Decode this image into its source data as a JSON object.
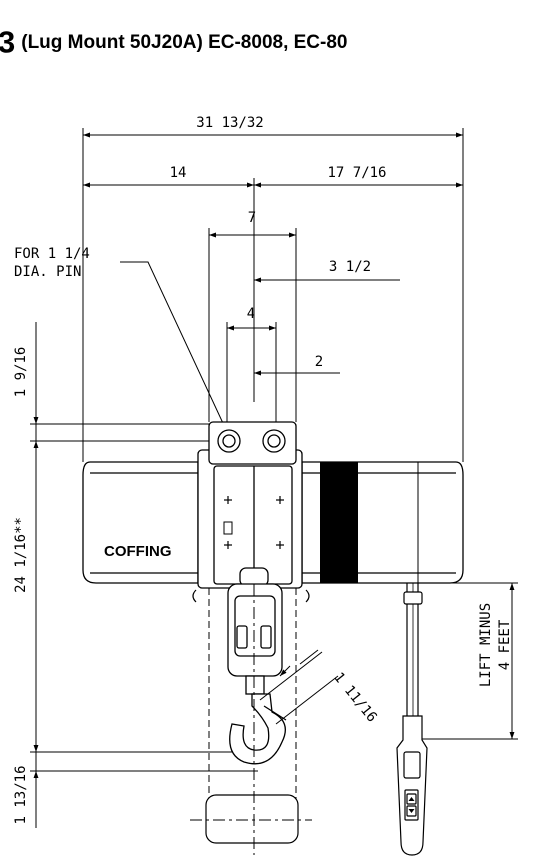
{
  "title": {
    "number": "3",
    "text": "(Lug Mount 50J20A) EC-8008, EC-80"
  },
  "dimensions": {
    "overall_width": "31 13/32",
    "left_width": "14",
    "right_width": "17 7/16",
    "lug_width": "7",
    "lug_half": "3 1/2",
    "inner_width": "4",
    "inner_half": "2",
    "lug_height": "1 9/16",
    "body_height": "24 1/16**",
    "hook_bottom": "1 13/16",
    "hook_opening": "1 11/16",
    "lift_line1": "LIFT MINUS",
    "lift_line2": "4 FEET"
  },
  "callout": {
    "line1": "FOR 1 1/4",
    "line2": "DIA. PIN"
  },
  "brand": "COFFING"
}
